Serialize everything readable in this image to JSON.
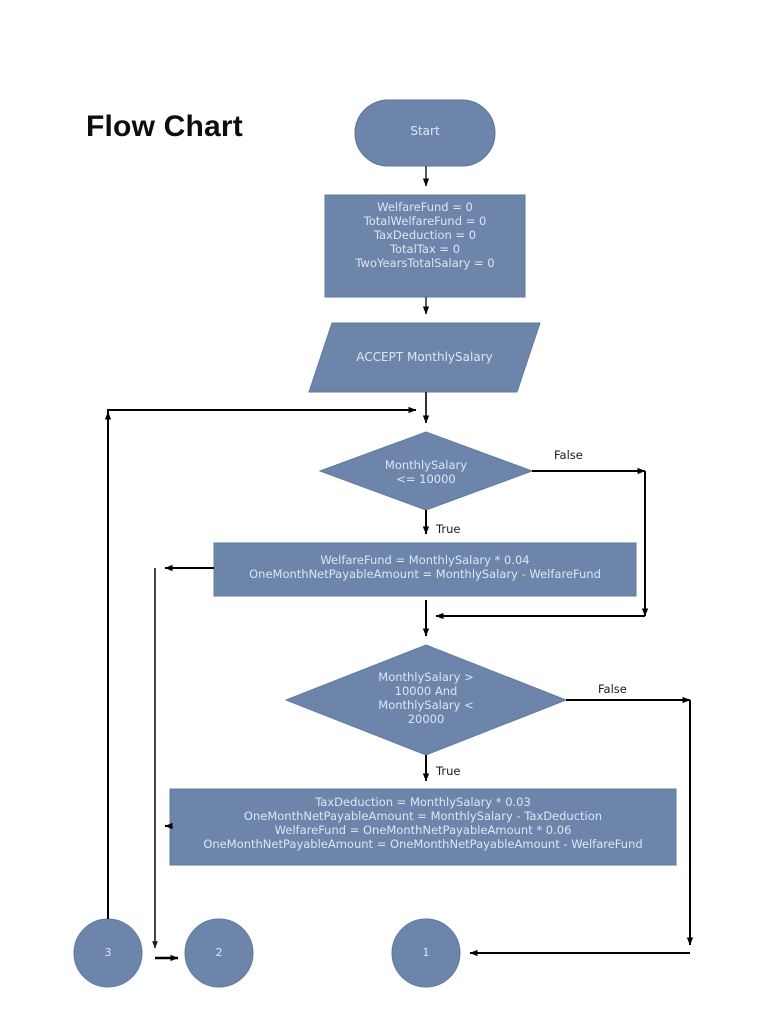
{
  "title": "Flow Chart",
  "theme": {
    "shape_fill": "#6d85ab",
    "shape_stroke": "#5a7499",
    "shape_text": "#dce6f2",
    "connector": "#000000",
    "background": "#ffffff",
    "title_color": "#0d0d0d"
  },
  "nodes": {
    "start": {
      "type": "terminator",
      "label": "Start"
    },
    "init": {
      "type": "process",
      "lines": [
        "WelfareFund = 0",
        "TotalWelfareFund = 0",
        "TaxDeduction = 0",
        "TotalTax = 0",
        "TwoYearsTotalSalary = 0"
      ]
    },
    "input_salary": {
      "type": "input",
      "label": "ACCEPT MonthlySalary"
    },
    "decision1": {
      "type": "decision",
      "lines": [
        "MonthlySalary",
        "<= 10000"
      ],
      "true_label": "True",
      "false_label": "False"
    },
    "process1": {
      "type": "process",
      "lines": [
        "WelfareFund = MonthlySalary * 0.04",
        "OneMonthNetPayableAmount = MonthlySalary - WelfareFund"
      ]
    },
    "decision2": {
      "type": "decision",
      "lines": [
        "MonthlySalary >",
        "10000 And",
        "MonthlySalary <",
        "20000"
      ],
      "true_label": "True",
      "false_label": "False"
    },
    "process2": {
      "type": "process",
      "lines": [
        "TaxDeduction = MonthlySalary * 0.03",
        "OneMonthNetPayableAmount = MonthlySalary - TaxDeduction",
        "WelfareFund = OneMonthNetPayableAmount * 0.06",
        "OneMonthNetPayableAmount = OneMonthNetPayableAmount - WelfareFund"
      ]
    },
    "connector3": {
      "type": "connector",
      "label": "3"
    },
    "connector2": {
      "type": "connector",
      "label": "2"
    },
    "connector1": {
      "type": "connector",
      "label": "1"
    }
  },
  "edges": [
    {
      "from": "start",
      "to": "init",
      "label": ""
    },
    {
      "from": "init",
      "to": "input_salary",
      "label": ""
    },
    {
      "from": "input_salary",
      "to": "decision1",
      "label": ""
    },
    {
      "from": "decision1",
      "to": "process1",
      "label": "True"
    },
    {
      "from": "decision1",
      "to": "decision2",
      "label": "False"
    },
    {
      "from": "process1",
      "to": "connector2",
      "label": ""
    },
    {
      "from": "decision2",
      "to": "process2",
      "label": "True"
    },
    {
      "from": "decision2",
      "to": "connector1",
      "label": "False"
    },
    {
      "from": "process2",
      "to": "connector2",
      "label": ""
    },
    {
      "from": "connector3",
      "to": "decision1",
      "label": ""
    }
  ]
}
